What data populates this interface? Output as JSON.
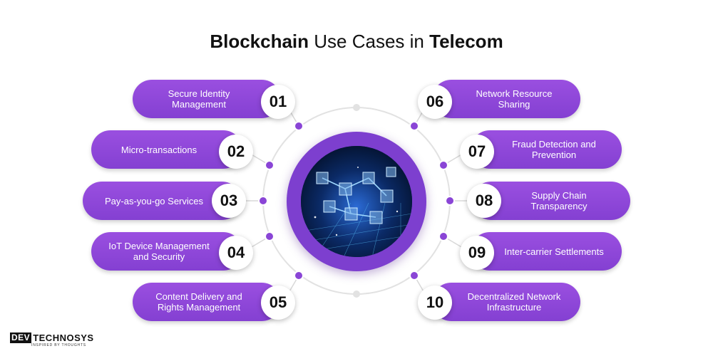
{
  "title": {
    "bold_1": "Blockchain",
    "regular": "Use Cases in",
    "bold_2": "Telecom"
  },
  "items": [
    {
      "number": "01",
      "label": "Secure Identity Management"
    },
    {
      "number": "02",
      "label": "Micro-transactions"
    },
    {
      "number": "03",
      "label": "Pay-as-you-go Services"
    },
    {
      "number": "04",
      "label": "IoT Device Management and Security"
    },
    {
      "number": "05",
      "label": "Content Delivery and Rights Management"
    },
    {
      "number": "06",
      "label": "Network Resource Sharing"
    },
    {
      "number": "07",
      "label": "Fraud Detection and Prevention"
    },
    {
      "number": "08",
      "label": "Supply Chain Transparency"
    },
    {
      "number": "09",
      "label": "Inter-carrier Settlements"
    },
    {
      "number": "10",
      "label": "Decentralized Network Infrastructure"
    }
  ],
  "logo": {
    "box": "DEV",
    "text": "TECHNOSYS",
    "tagline": "INSPIRED BY THOUGHTS"
  },
  "colors": {
    "accent": "#8a45d6",
    "dot": "#8a45d6",
    "ring": "#e2e2e2"
  }
}
